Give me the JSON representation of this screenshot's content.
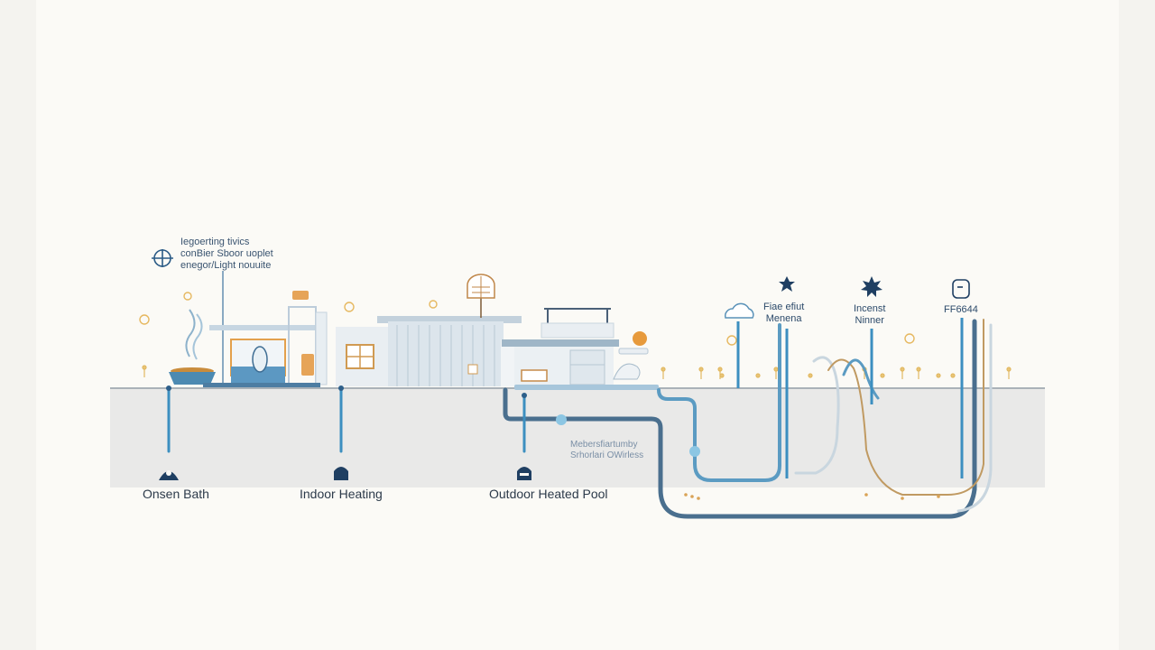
{
  "legend": {
    "line1": "Iegoerting tivics",
    "line2": "conBier Sboor uoplet",
    "line3": "enegor/Light nouuite"
  },
  "labels": {
    "onsen": "Onsen Bath",
    "indoor": "Indoor Heating",
    "outdoor": "Outdoor Heated Pool"
  },
  "middle_text": {
    "line1": "Mebersfiartumby",
    "line2": "Srhorlari OWirless"
  },
  "right_labels": {
    "fae_1": "Fiae efiut",
    "fae_2": "Menena",
    "incenst_1": "Incenst",
    "incenst_2": "Ninner",
    "ff": "FF6644"
  },
  "colors": {
    "pipe_dark": "#4a6f8e",
    "pipe_light": "#5fa8cf",
    "pipe_brown": "#c09a62",
    "ground": "#e4e5e5",
    "background": "#fbfaf6",
    "accent_orange": "#e79a3c",
    "icon_navy": "#1f3f62"
  }
}
